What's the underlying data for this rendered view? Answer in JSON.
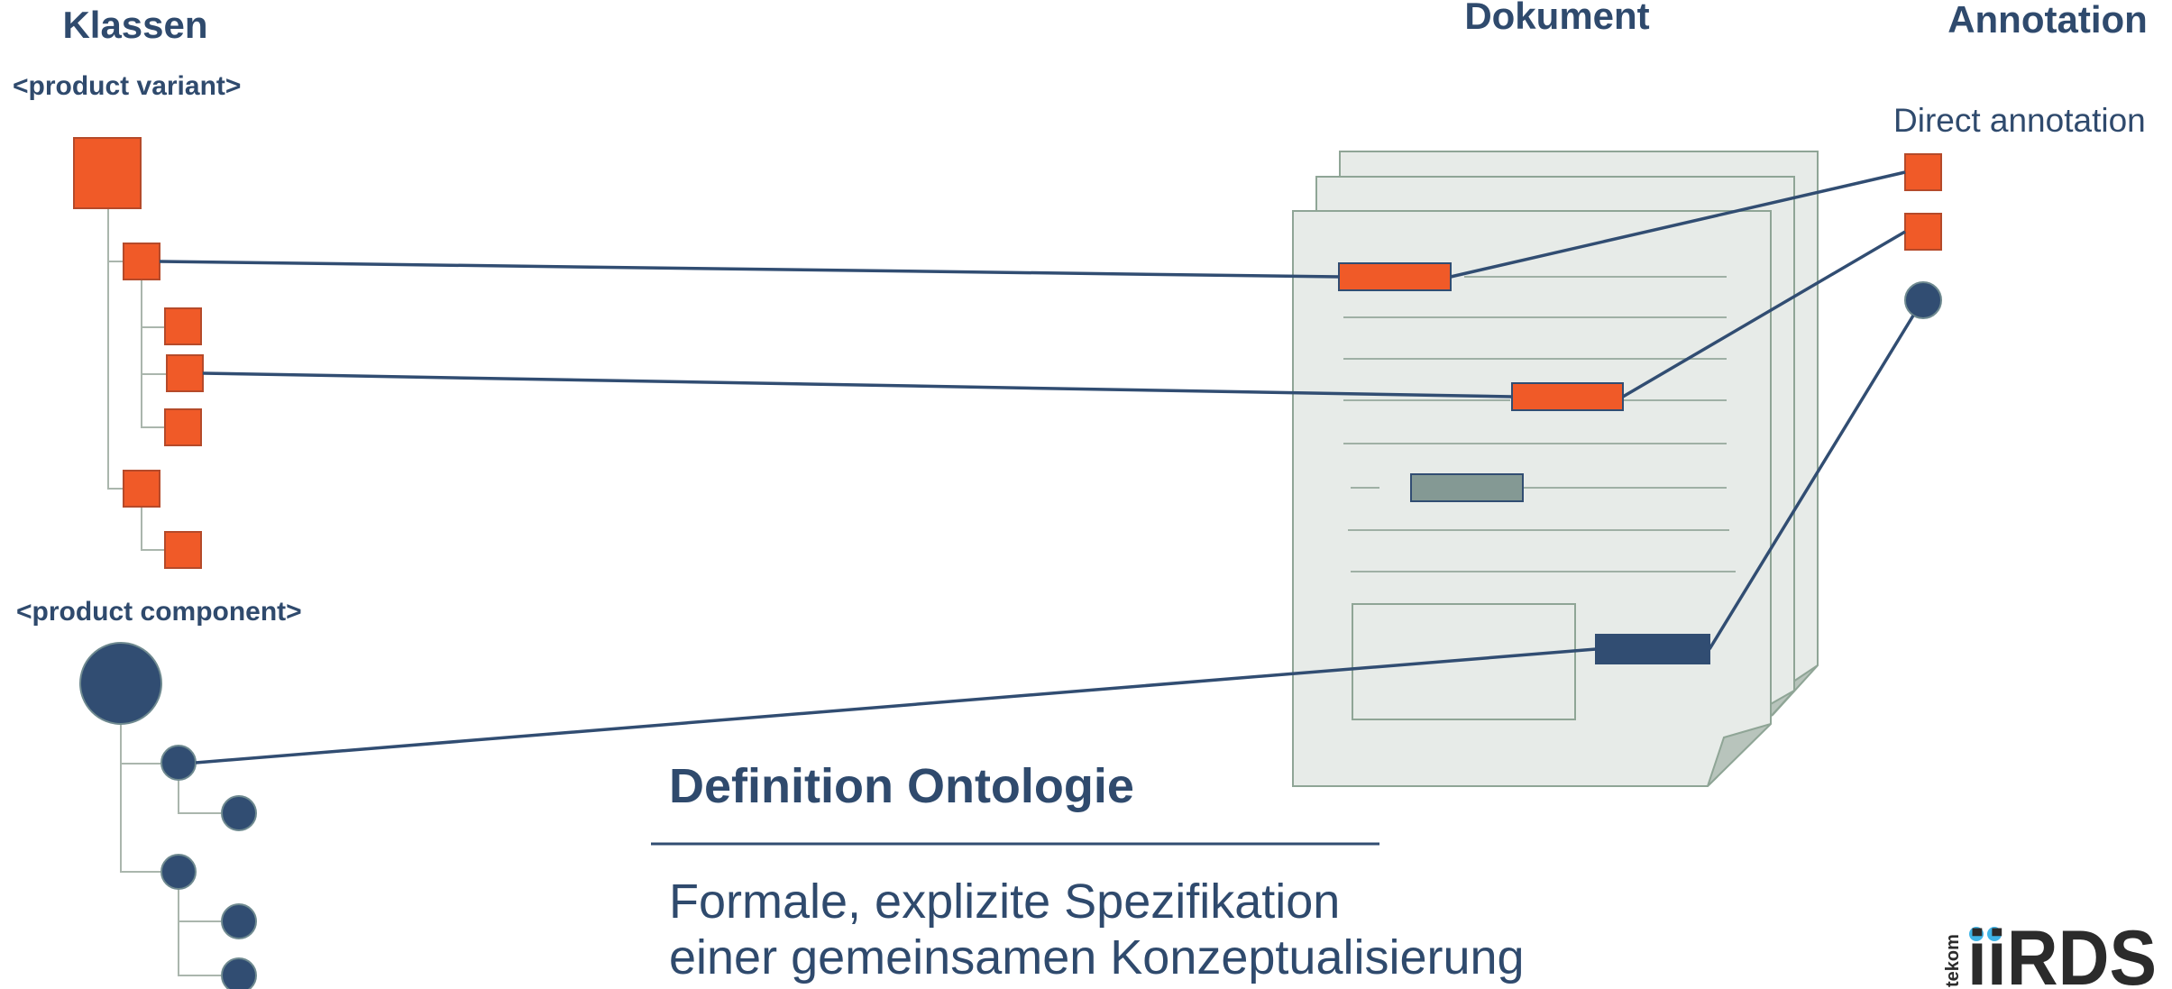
{
  "headings": {
    "klassen": "Klassen",
    "dokument": "Dokument",
    "annotation": "Annotation"
  },
  "class_labels": {
    "product_variant": "<product variant>",
    "product_component": "<product component>"
  },
  "annotation_labels": {
    "direct_annotation": "Direct annotation"
  },
  "definition": {
    "title": "Definition Ontologie",
    "line1": "Formale, explizite Spezifikation",
    "line2": "einer gemeinsamen Konzeptualisierung"
  },
  "logo": {
    "brand": "iiRDS",
    "tagline": "tekom"
  },
  "colors": {
    "orange": "#f05a28",
    "orange_stroke": "#b54a2a",
    "navy": "#314d72",
    "navy_text": "#2f4a6d",
    "gray_line": "#aab6ad",
    "doc_fill": "#e7ebe8",
    "doc_stroke": "#8fa596",
    "doc_fold": "#b8c4bc",
    "gray_box": "#849994",
    "logo_blue": "#3fb5e8",
    "logo_dark": "#2b2b2b"
  }
}
